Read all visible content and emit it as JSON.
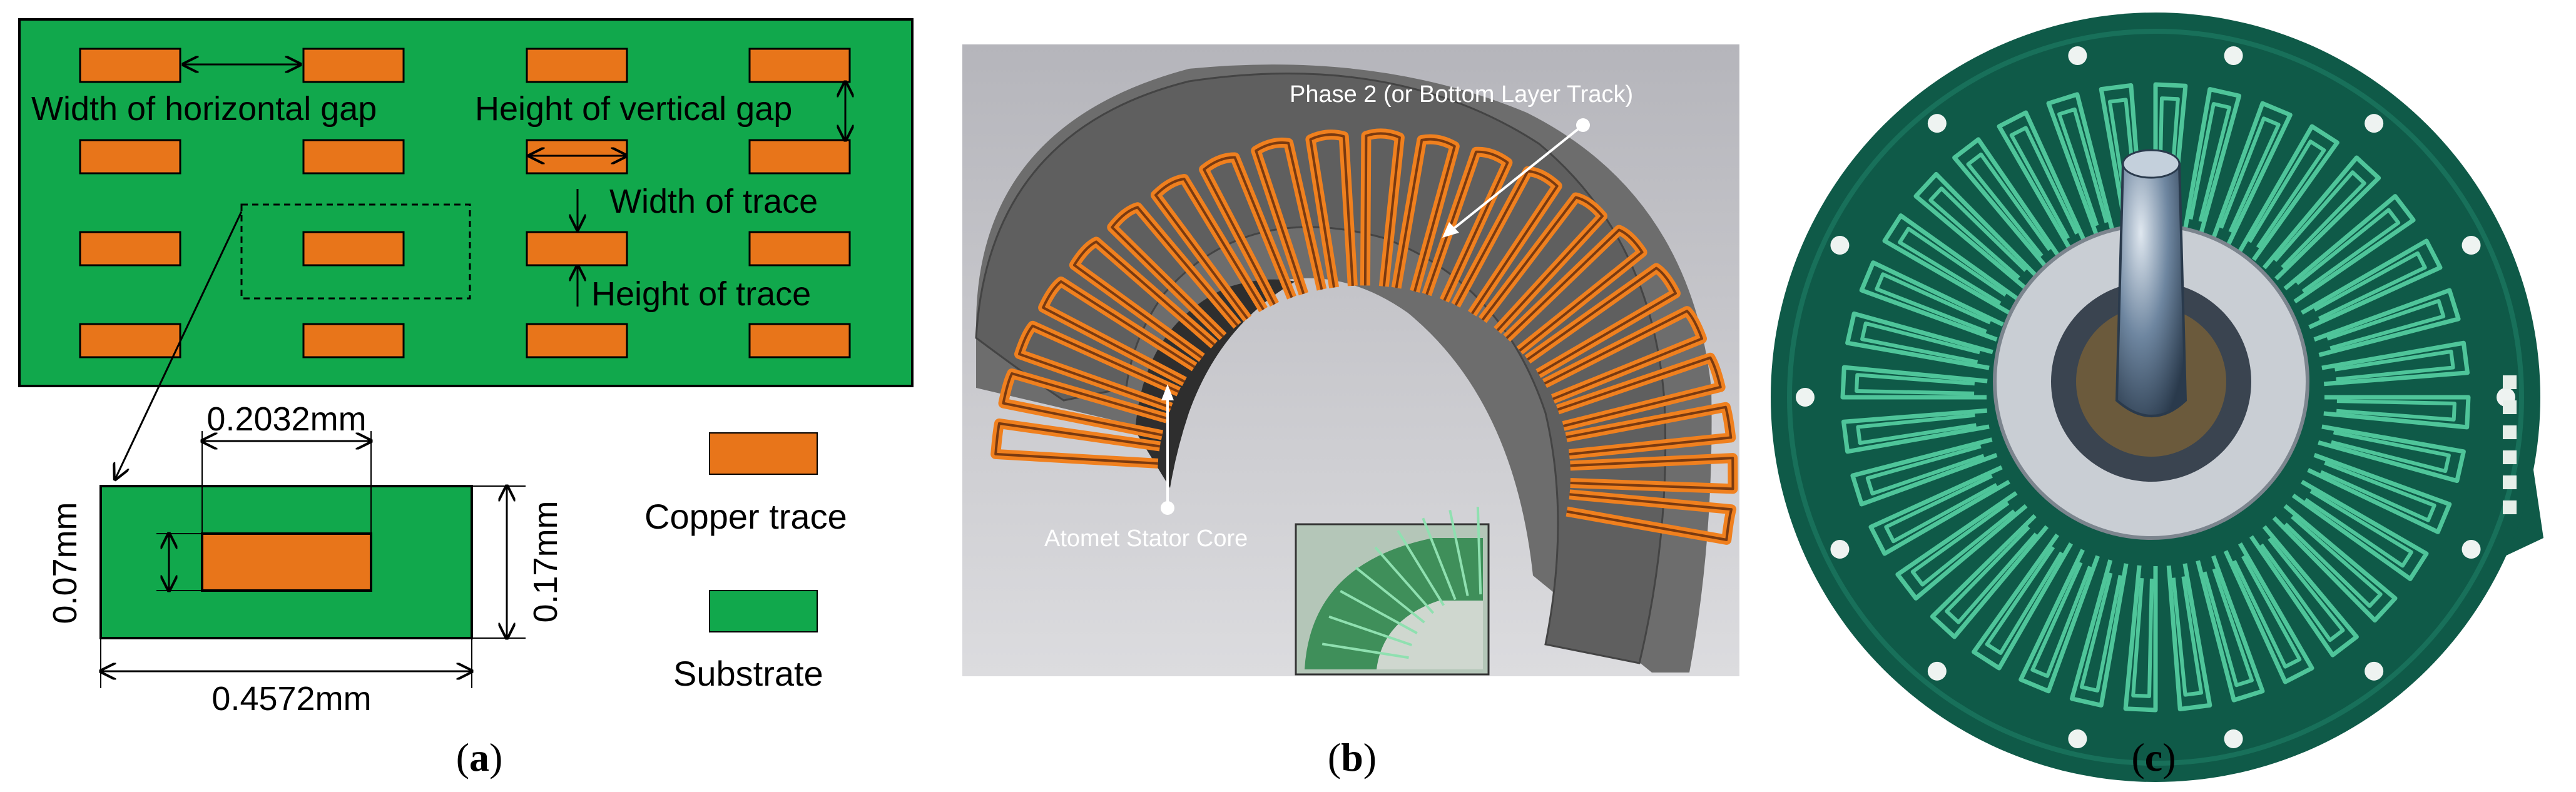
{
  "panel_a": {
    "caption_letter": "a",
    "labels": {
      "width_horizontal_gap": "Width of horizontal gap",
      "height_vertical_gap": "Height of vertical gap",
      "width_of_trace": "Width of trace",
      "height_of_trace": "Height of trace"
    },
    "dimensions": {
      "trace_width": "0.2032mm",
      "cell_width": "0.4572mm",
      "trace_height": "0.07mm",
      "cell_height": "0.17mm"
    },
    "legend": [
      {
        "label": "Copper trace",
        "color": "#e8751a"
      },
      {
        "label": "Substrate",
        "color": "#11a84c"
      }
    ]
  },
  "panel_b": {
    "caption_letter": "b",
    "labels": {
      "phase2": "Phase 2 (or Bottom Layer Track)",
      "stator_core": "Atomet Stator Core"
    },
    "colors": {
      "core": "#6d6d6d",
      "winding": "#e8751a",
      "background": "#c8c8cc"
    }
  },
  "panel_c": {
    "caption_letter": "c",
    "colors": {
      "pcb": "#0f5a48",
      "trace": "#4fc59a",
      "shaft": "#8aa0b6"
    }
  },
  "colors": {
    "copper": "#e8751a",
    "substrate": "#11a84c"
  }
}
